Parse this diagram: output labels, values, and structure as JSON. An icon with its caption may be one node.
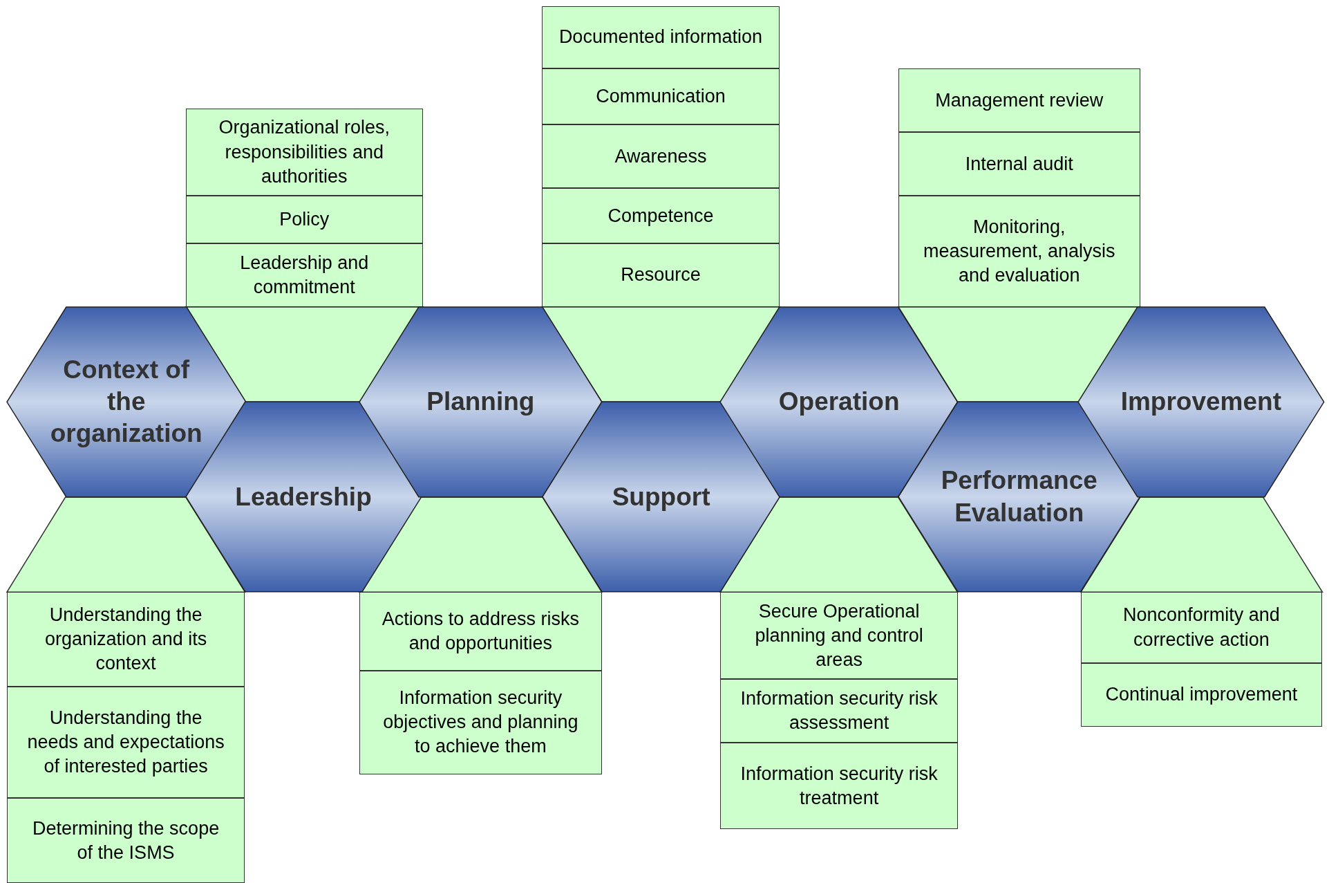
{
  "diagram": {
    "nodes": [
      {
        "text": [
          "Context of the organization"
        ]
      },
      {
        "text": [
          "Understanding the organization and its context"
        ]
      },
      {
        "text": [
          "Understanding the needs and expectations of interested parties"
        ]
      },
      {
        "text": [
          "Determining the scope of the ISMS"
        ]
      },
      {
        "text": [
          "Leadership"
        ]
      },
      {
        "text": [
          "Organizational roles, responsibilities and authorities"
        ]
      },
      {
        "text": [
          "Policy"
        ]
      },
      {
        "text": [
          "Leadership and commitment"
        ]
      },
      {
        "text": [
          "Planning"
        ]
      },
      {
        "text": [
          "Actions to address risks and opportunities"
        ]
      },
      {
        "text": [
          "Information security objectives and planning to achieve them"
        ]
      },
      {
        "text": [
          "Support"
        ]
      },
      {
        "text": [
          "Documented information"
        ]
      },
      {
        "text": [
          "Communication"
        ]
      },
      {
        "text": [
          "Awareness"
        ]
      },
      {
        "text": [
          "Competence"
        ]
      },
      {
        "text": [
          "Resource"
        ]
      },
      {
        "text": [
          "Operation"
        ]
      },
      {
        "text": [
          "Secure Operational planning and control areas"
        ]
      },
      {
        "text": [
          "Information security risk assessment"
        ]
      },
      {
        "text": [
          "Information security risk treatment"
        ]
      },
      {
        "text": [
          "Performance Evaluation"
        ]
      },
      {
        "text": [
          "Management review"
        ]
      },
      {
        "text": [
          "Internal audit"
        ]
      },
      {
        "text": [
          "Monitoring, measurement, analysis and evaluation"
        ]
      },
      {
        "text": [
          "Improvement"
        ]
      },
      {
        "text": [
          "Nonconformity and corrective action"
        ]
      },
      {
        "text": [
          "Continual improvement"
        ]
      },
      {
        "text": [],
        "shape": "trapezoid"
      },
      {
        "text": [],
        "shape": "trapezoid"
      },
      {
        "text": [],
        "shape": "trapezoid"
      },
      {
        "text": [],
        "shape": "trapezoid"
      },
      {
        "text": [],
        "shape": "trapezoid"
      },
      {
        "text": [],
        "shape": "trapezoid"
      },
      {
        "text": [],
        "shape": "trapezoid"
      }
    ]
  }
}
